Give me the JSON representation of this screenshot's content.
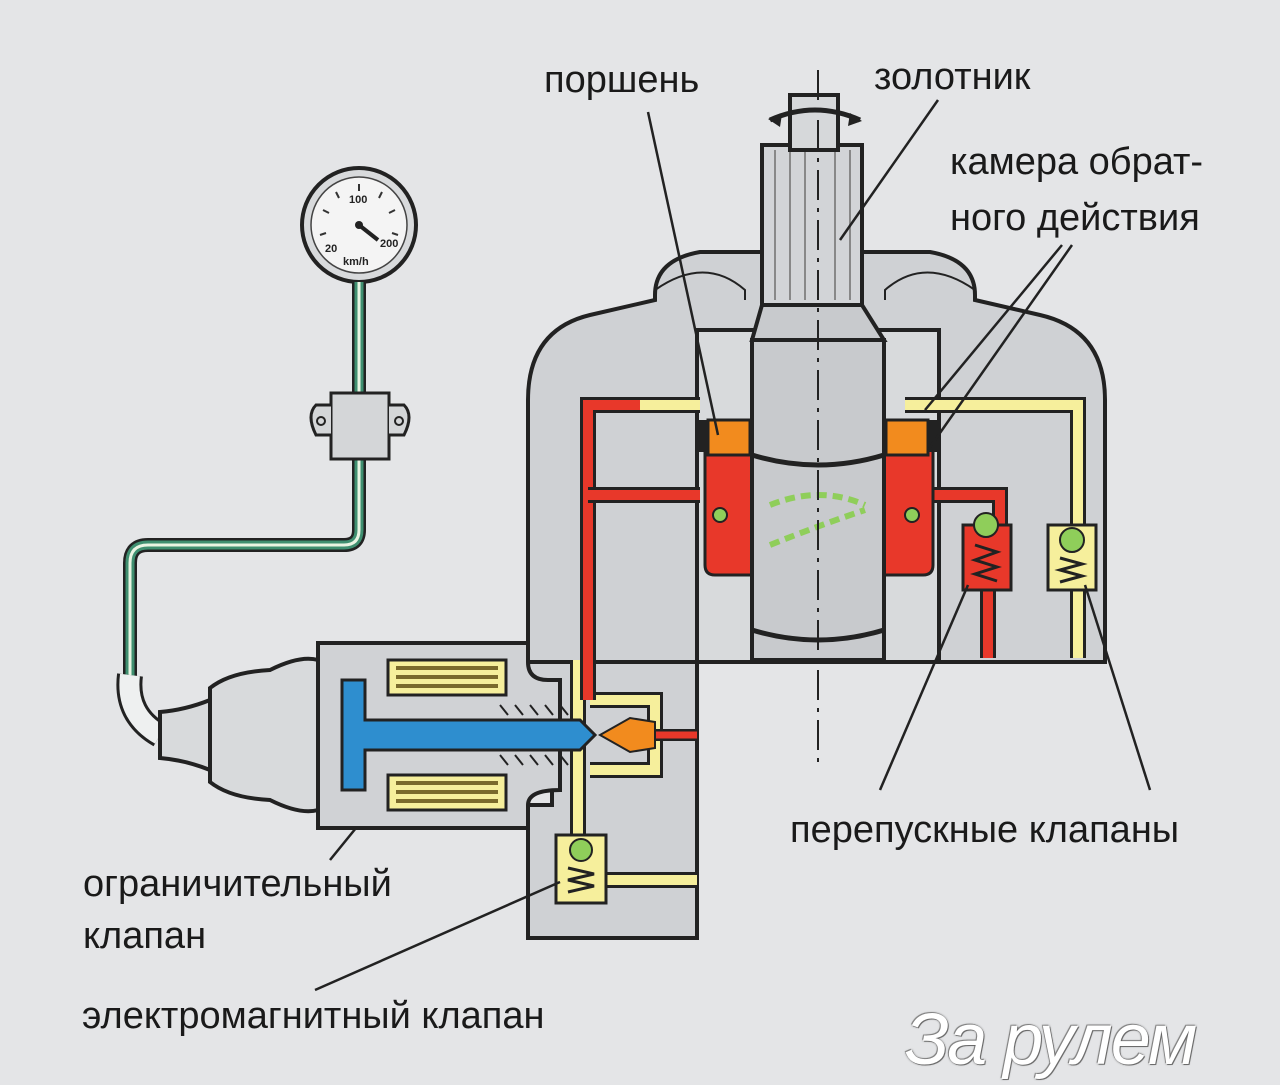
{
  "labels": {
    "piston": "поршень",
    "spool": "золотник",
    "reverse_chamber": [
      "камера обрат-",
      "ного действия"
    ],
    "bypass_valves": "перепускные клапаны",
    "limiting_valve": [
      "ограничительный",
      "клапан"
    ],
    "solenoid_valve": "электромагнитный клапан"
  },
  "gauge": {
    "ticks": [
      "100",
      "20",
      "200"
    ],
    "unit": "km/h"
  },
  "watermark": "За рулем",
  "colors": {
    "background": "#e4e5e7",
    "body": "#cfd1d4",
    "red_fluid": "#e8382a",
    "yellow_fluid": "#f6ef9c",
    "orange_piston": "#f28b1e",
    "blue_rod": "#2e8ecf",
    "valve_ball": "#8fce5a",
    "cable_green": "#3f8f70"
  }
}
